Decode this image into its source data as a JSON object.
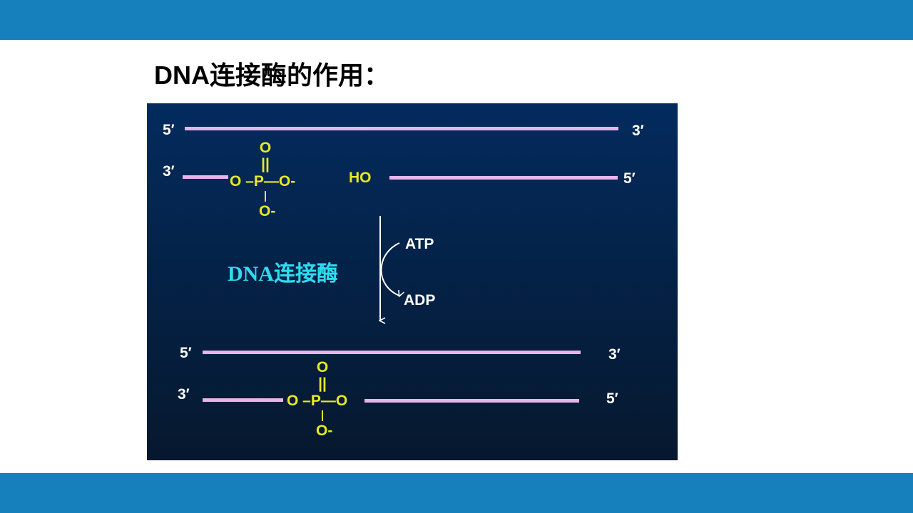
{
  "slide": {
    "title": "DNA连接酶的作用：",
    "colors": {
      "band": "#1580bb",
      "figure_top": "#032b5e",
      "figure_bottom": "#06182e",
      "strand": "#e9b4ea",
      "phosphate": "#e8ea22",
      "enzyme_label": "#2fdcf0",
      "text": "#ffffff"
    }
  },
  "diagram": {
    "before": {
      "top_strand": {
        "left_end": "5′",
        "right_end": "3′"
      },
      "bottom_left_strand": {
        "left_end": "3′"
      },
      "phosphate": {
        "top_O": "O",
        "double_bond": "||",
        "center": "O –P—O-",
        "bottom_O": "O-"
      },
      "hydroxyl": "HO",
      "bottom_right_strand": {
        "right_end": "5′"
      }
    },
    "reaction": {
      "enzyme": "DNA连接酶",
      "cofactor_in": "ATP",
      "cofactor_out": "ADP"
    },
    "after": {
      "top_strand": {
        "left_end": "5′",
        "right_end": "3′"
      },
      "bottom_strand": {
        "left_end": "3′",
        "right_end": "5′"
      },
      "phosphate": {
        "top_O": "O",
        "double_bond": "||",
        "center": "O –P—O",
        "bottom_O": "O-"
      }
    }
  }
}
